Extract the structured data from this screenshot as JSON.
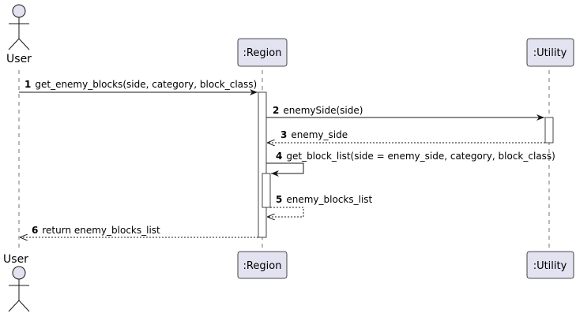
{
  "participants": {
    "user": {
      "label": "User"
    },
    "region": {
      "label": ":Region"
    },
    "utility": {
      "label": ":Utility"
    }
  },
  "messages": [
    {
      "num": "1",
      "text": "get_enemy_blocks(side, category, block_class)"
    },
    {
      "num": "2",
      "text": "enemySide(side)"
    },
    {
      "num": "3",
      "text": "enemy_side"
    },
    {
      "num": "4",
      "text": "get_block_list(side = enemy_side, category, block_class)"
    },
    {
      "num": "5",
      "text": "enemy_blocks_list"
    },
    {
      "num": "6",
      "text": "return enemy_blocks_list"
    }
  ],
  "colors": {
    "participant_fill": "#E2E2F0",
    "participant_border": "#181818",
    "line": "#181818",
    "lifeline": "#181818"
  }
}
